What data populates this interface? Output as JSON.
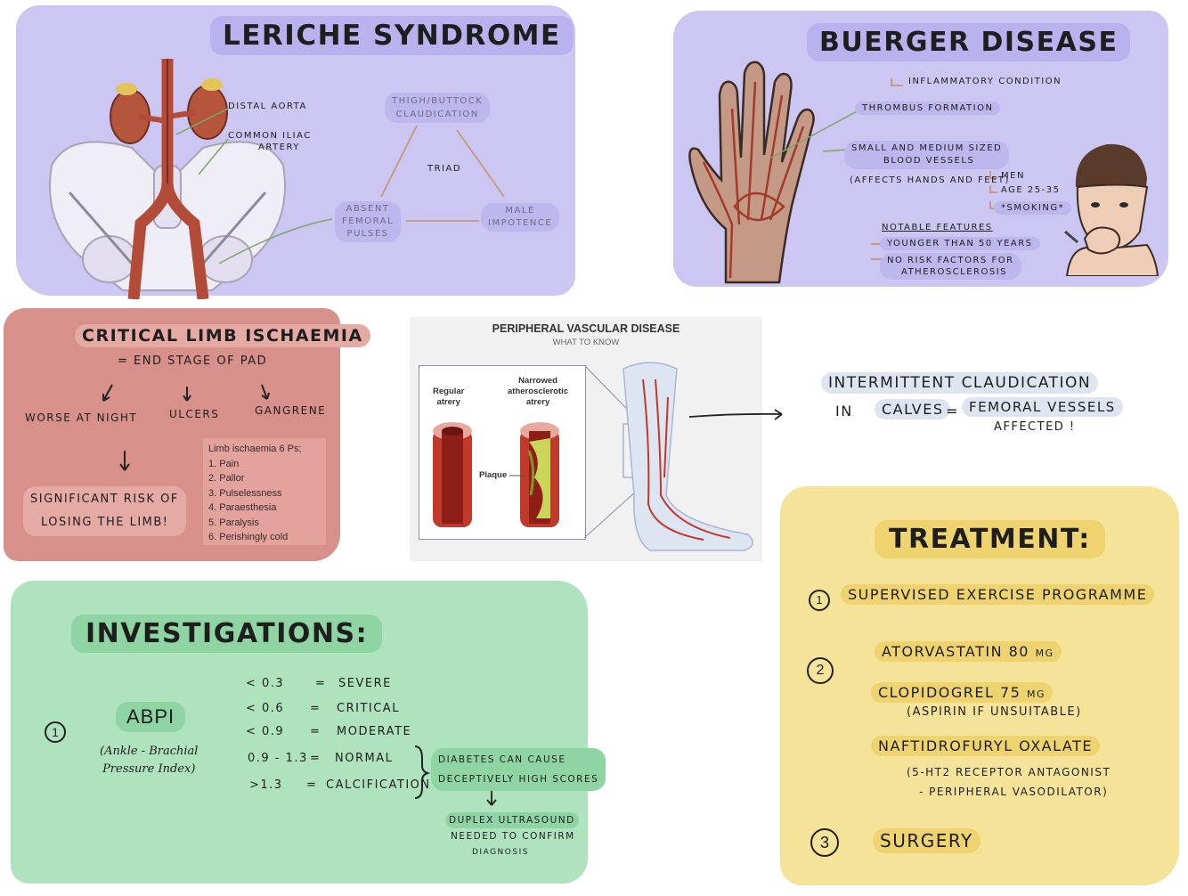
{
  "leriche": {
    "title": "LERICHE SYNDROME",
    "label_distal_aorta": "DISTAL AORTA",
    "label_common_iliac_1": "COMMON ILIAC",
    "label_common_iliac_2": "ARTERY",
    "triad_top_1": "THIGH/BUTTOCK",
    "triad_top_2": "CLAUDICATION",
    "triad_center": "TRIAD",
    "triad_left_1": "ABSENT",
    "triad_left_2": "FEMORAL",
    "triad_left_3": "PULSES",
    "triad_right_1": "MALE",
    "triad_right_2": "IMPOTENCE",
    "colors": {
      "panel": "#cbc6f2",
      "artery": "#b24b38",
      "kidney": "#b5553c"
    }
  },
  "buerger": {
    "title": "BUERGER DISEASE",
    "inflammatory": "INFLAMMATORY CONDITION",
    "thrombus": "THROMBUS FORMATION",
    "small_medium_1": "SMALL AND MEDIUM SIZED",
    "small_medium_2": "BLOOD VESSELS",
    "affects": "(AFFECTS HANDS AND FEET)",
    "men": "MEN",
    "age": "AGE 25-35",
    "smoking": "*SMOKING*",
    "notable": "NOTABLE FEATURES",
    "younger": "YOUNGER THAN 50 YEARS",
    "no_risk_1": "NO RISK FACTORS FOR",
    "no_risk_2": "ATHEROSCLEROSIS",
    "colors": {
      "panel": "#cbc6f2",
      "skin": "#c49a86"
    }
  },
  "cli": {
    "title": "CRITICAL LIMB ISCHAEMIA",
    "subtitle": "= END STAGE OF PAD",
    "worse": "WORSE AT NIGHT",
    "ulcers": "ULCERS",
    "gangrene": "GANGRENE",
    "risk_1": "SIGNIFICANT RISK OF",
    "risk_2": "LOSING THE LIMB!",
    "ps_title": "Limb ischaemia 6 Ps;",
    "ps": [
      "1. Pain",
      "2. Pallor",
      "3. Pulselessness",
      "4. Paraesthesia",
      "5. Paralysis",
      "6. Perishingly cold"
    ],
    "colors": {
      "panel": "#d8908b",
      "box": "#e3a29c"
    }
  },
  "pvd": {
    "title": "PERIPHERAL VASCULAR DISEASE",
    "subtitle": "WHAT TO KNOW",
    "regular_1": "Regular",
    "regular_2": "atrery",
    "narrowed_1": "Narrowed",
    "narrowed_2": "atherosclerotic",
    "narrowed_3": "atrery",
    "plaque": "Plaque"
  },
  "claudication": {
    "line1": "INTERMITTENT CLAUDICATION",
    "in": "IN",
    "calves": "CALVES",
    "equals": "=",
    "femoral": "FEMORAL VESSELS",
    "affected": "AFFECTED !"
  },
  "investigations": {
    "title": "INVESTIGATIONS:",
    "number": "1",
    "abpi": "ABPI",
    "abpi_full_1": "(Ankle - Brachial",
    "abpi_full_2": "Pressure Index)",
    "rows": [
      {
        "value": "< 0.3",
        "eq": "=",
        "meaning": "SEVERE"
      },
      {
        "value": "< 0.6",
        "eq": "=",
        "meaning": "CRITICAL"
      },
      {
        "value": "< 0.9",
        "eq": "=",
        "meaning": "MODERATE"
      },
      {
        "value": "0.9 - 1.3",
        "eq": "=",
        "meaning": "NORMAL"
      },
      {
        "value": ">1.3",
        "eq": "=",
        "meaning": "CALCIFICATION"
      }
    ],
    "diabetes_1": "DIABETES CAN CAUSE",
    "diabetes_2": "DECEPTIVELY HIGH SCORES",
    "duplex_1": "DUPLEX ULTRASOUND",
    "duplex_2": "NEEDED TO CONFIRM",
    "duplex_3": "DIAGNOSIS",
    "colors": {
      "panel": "#aee3bd",
      "highlight": "#8fd5a4"
    }
  },
  "treatment": {
    "title": "TREATMENT:",
    "n1": "1",
    "item1": "SUPERVISED EXERCISE PROGRAMME",
    "n2": "2",
    "atorvastatin": "ATORVASTATIN 80 mg",
    "clopidogrel": "CLOPIDOGREL 75 mg",
    "aspirin": "(ASPIRIN IF UNSUITABLE)",
    "naftidrofuryl": "NAFTIDROFURYL OXALATE",
    "naf_note_1": "(5-HT2 RECEPTOR ANTAGONIST",
    "naf_note_2": "- PERIPHERAL VASODILATOR)",
    "n3": "3",
    "surgery": "SURGERY",
    "colors": {
      "panel": "#f5e39a",
      "highlight": "#eed36f"
    }
  }
}
